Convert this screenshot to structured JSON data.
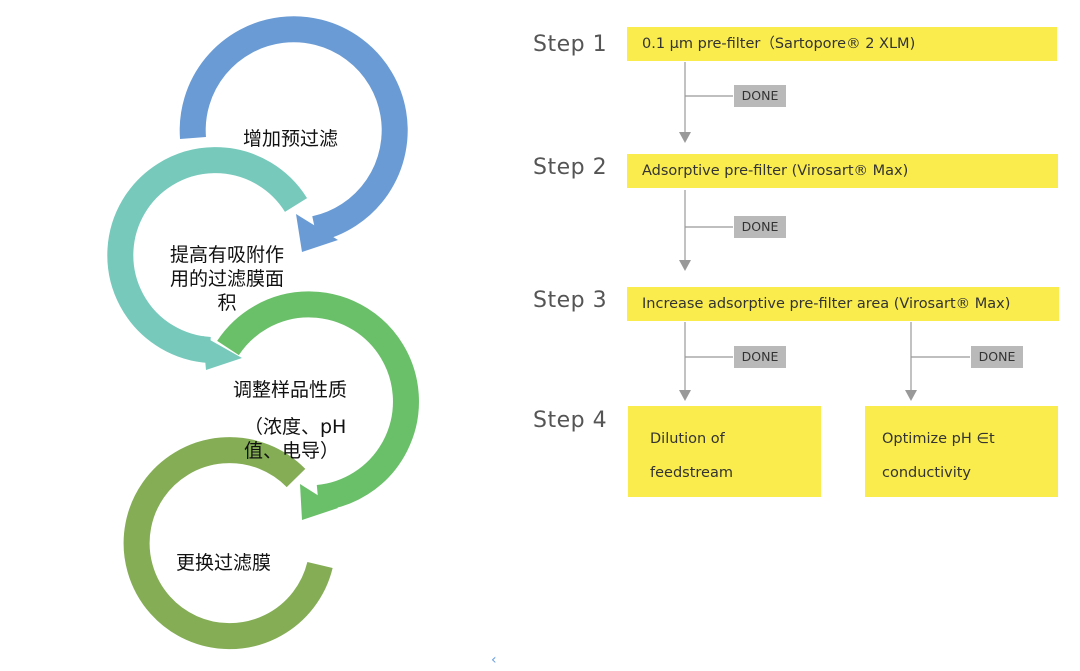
{
  "cycle": {
    "step1": "增加预过滤",
    "step2_lines": [
      "提高有吸附作",
      "用的过滤膜面",
      "积"
    ],
    "step3_title": "调整样品性质",
    "step3_lines": [
      "（浓度、pH",
      "值、电导）"
    ],
    "step4": "更换过滤膜",
    "colors": [
      "#6a9bd4",
      "#76c9bb",
      "#6abf69",
      "#84ad55"
    ]
  },
  "flow": {
    "steps": [
      {
        "label": "Step 1",
        "box": "0.1 µm pre-filter（Sartopore® 2 XLM)"
      },
      {
        "label": "Step 2",
        "box": "Adsorptive pre-filter (Virosart® Max)"
      },
      {
        "label": "Step 3",
        "box": "Increase  adsorptive pre-filter area (Virosart® Max)"
      },
      {
        "label": "Step 4"
      }
    ],
    "done": [
      "DONE",
      "DONE",
      "DONE",
      "DONE"
    ],
    "option_a": [
      "Dilution of",
      "feedstream"
    ],
    "option_b": [
      "Optimize pH ∈t",
      "conductivity"
    ],
    "box_color": "#f9ec4c",
    "done_color": "#b9b9b9"
  },
  "nav": {
    "back_icon": "‹"
  }
}
